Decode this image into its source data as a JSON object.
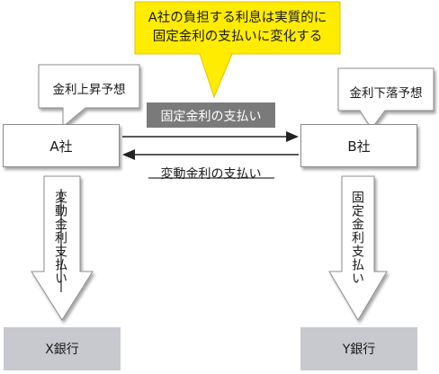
{
  "callout": {
    "line1": "A社の負担する利息は実質的に",
    "line2": "固定金利の支払いに変化する"
  },
  "company_a": {
    "label": "A社",
    "expectation": "金利上昇予想"
  },
  "company_b": {
    "label": "B社",
    "expectation": "金利下落予想"
  },
  "fixed_payment": "固定金利の支払い",
  "floating_payment": "変動金利の支払い",
  "a_to_bank": "変動金利支払い",
  "b_to_bank": "固定金利支払い",
  "bank_x": "X銀行",
  "bank_y": "Y銀行",
  "colors": {
    "callout": "#ffec00",
    "fixed_band": "#7a7a7a",
    "bank": "#c8c8cf"
  }
}
